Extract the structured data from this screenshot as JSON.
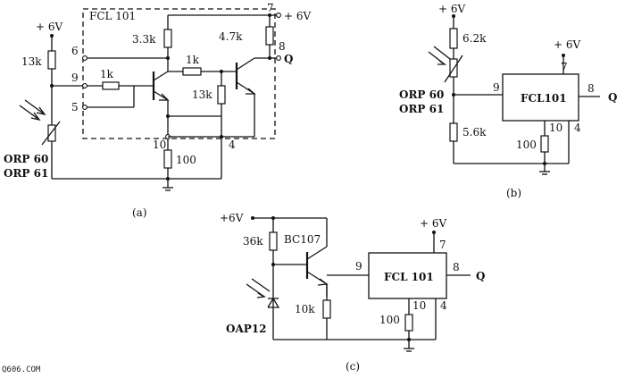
{
  "circuit_a": {
    "chip": "FCL 101",
    "vcc_top": "+ 6V",
    "vcc_right": "+ 6V",
    "r_supply": "13k",
    "r_collector": "3.3k",
    "r_output": "4.7k",
    "r_input": "1k",
    "r_mid": "1k",
    "r_emitter": "13k",
    "r_ground": "100",
    "pin_6": "6",
    "pin_9": "9",
    "pin_5": "5",
    "pin_7": "7",
    "pin_8": "8",
    "pin_10": "10",
    "pin_4": "4",
    "output": "Q",
    "sensor_1": "ORP 60",
    "sensor_2": "ORP 61",
    "caption": "(a)"
  },
  "circuit_b": {
    "chip": "FCL101",
    "vcc_top": "+ 6V",
    "vcc_chip": "+ 6V",
    "r_top": "6.2k",
    "r_bottom": "5.6k",
    "r_ground": "100",
    "pin_9": "9",
    "pin_7": "7",
    "pin_8": "8",
    "pin_10": "10",
    "pin_4": "4",
    "output": "Q",
    "sensor_1": "ORP 60",
    "sensor_2": "ORP 61",
    "caption": "(b)"
  },
  "circuit_c": {
    "chip": "FCL 101",
    "vcc_left": "+6V",
    "vcc_chip": "+ 6V",
    "transistor": "BC107",
    "r_base": "36k",
    "r_emitter": "10k",
    "r_ground": "100",
    "pin_9": "9",
    "pin_7": "7",
    "pin_8": "8",
    "pin_10": "10",
    "pin_4": "4",
    "output": "Q",
    "sensor": "OAP12",
    "caption": "(c)"
  },
  "watermark": "Q606.COM"
}
